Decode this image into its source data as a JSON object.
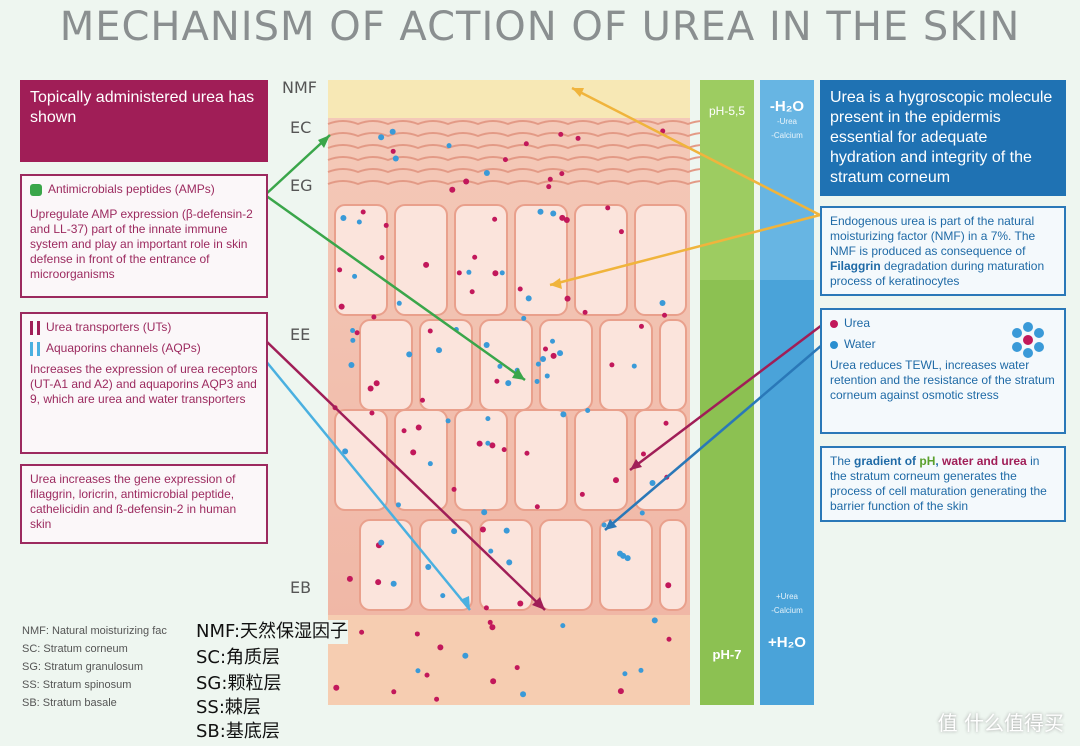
{
  "title": "MECHANISM OF ACTION OF UREA IN THE SKIN",
  "layer_labels": {
    "nmf": "NMF",
    "ec": "EC",
    "eg": "EG",
    "ee": "EE",
    "eb": "EB"
  },
  "left": {
    "header": "Topically administered urea has shown",
    "amp_label": "Antimicrobials  peptides (AMPs)",
    "amp_text": "Upregulate AMP expression (β-defensin-2 and LL-37) part of the innate immune system and play an important role in skin defense in front of the entrance of microorganisms",
    "ut_label": "Urea transporters (UTs)",
    "aqp_label": "Aquaporins channels (AQPs)",
    "transport_text": "Increases the expression of urea receptors (UT-A1 and A2) and aquaporins AQP3 and 9, which are urea and water transporters",
    "gene_text": "Urea increases the gene expression of filaggrin, loricrin, antimicrobial peptide, cathelicidin and ß-defensin-2 in human skin"
  },
  "abbreviations": [
    "NMF: Natural moisturizing fac",
    "SC: Stratum corneum",
    "SG: Stratum granulosum",
    "SS: Stratum spinosum",
    "SB: Stratum basale"
  ],
  "chinese_notes": [
    "NMF:天然保湿因子",
    "SC:角质层",
    "SG:颗粒层",
    "SS:棘层",
    "SB:基底层"
  ],
  "bars": {
    "ph_top": "pH-5,5",
    "ph_bottom": "pH-7",
    "h2o_top": "-H₂O",
    "h2o_top_sub1": "-Urea",
    "h2o_top_sub2": "-Calcium",
    "h2o_bottom_sub1": "+Urea",
    "h2o_bottom_sub2": "-Calcium",
    "h2o_bottom": "+H₂O",
    "ph_color": "#8cc152",
    "h2o_color": "#4aa3d9"
  },
  "right": {
    "header": "Urea is a hygroscopic molecule present in the epidermis essential for adequate hydration and integrity of the stratum corneum",
    "nmf_text_1": "Endogenous urea is part of the natural moisturizing factor (NMF) in a 7%. The NMF is produced as consequence of ",
    "nmf_bold": "Filaggrin",
    "nmf_text_2": " degradation during maturation process of keratinocytes",
    "urea_label": "Urea",
    "water_label": "Water",
    "tewl_text": "Urea reduces TEWL, increases water retention and the resistance of the stratum corneum against osmotic stress",
    "grad_1": "The ",
    "grad_b1": "gradient of ",
    "grad_ph": "pH",
    "grad_2": ", ",
    "grad_water": "water and urea",
    "grad_3": " in the stratum corneum generates the process of cell maturation generating the barrier function of the skin"
  },
  "colors": {
    "magenta": "#a01e57",
    "blue": "#1f72b3",
    "green": "#3aa64a",
    "orange": "#f0b43c",
    "cyan": "#4ab0e0",
    "skin": "#f3c2b3"
  },
  "watermark": "值 什么值得买"
}
